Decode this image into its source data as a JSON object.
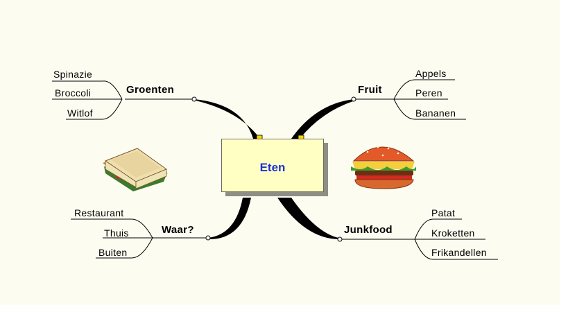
{
  "central": {
    "title": "Eten"
  },
  "branches": {
    "groenten": {
      "label": "Groenten",
      "items": [
        "Spinazie",
        "Broccoli",
        "Witlof"
      ]
    },
    "fruit": {
      "label": "Fruit",
      "items": [
        "Appels",
        "Peren",
        "Bananen"
      ]
    },
    "waar": {
      "label": "Waar?",
      "items": [
        "Restaurant",
        "Thuis",
        "Buiten"
      ]
    },
    "junkfood": {
      "label": "Junkfood",
      "items": [
        "Patat",
        "Kroketten",
        "Frikandellen"
      ]
    }
  },
  "images": [
    "sandwich",
    "hamburger"
  ],
  "colors": {
    "background": "#fdfcf1",
    "central_fill": "#ffffc4",
    "central_text": "#1d31d8"
  }
}
